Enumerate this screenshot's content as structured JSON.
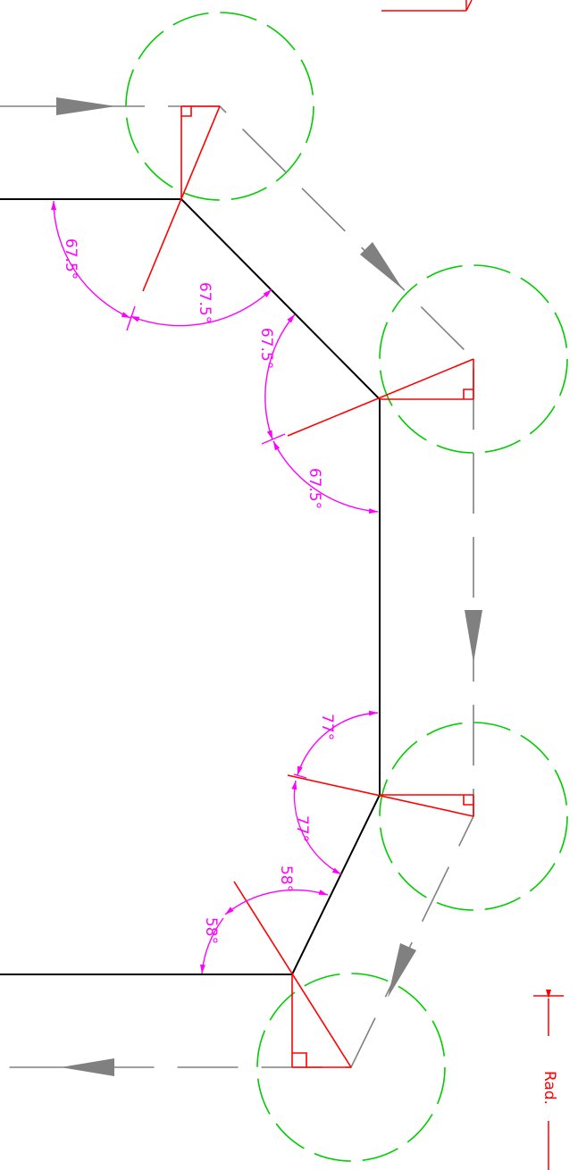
{
  "colors": {
    "profile": "#000000",
    "construction": "#ff0000",
    "tool_circle": "#00cc00",
    "path": "#808080",
    "dimension": "#ff00ff"
  },
  "angles": [
    "67.5°",
    "67.5°",
    "67.5°",
    "67.5°",
    "77°",
    "77°",
    "58°",
    "58°"
  ],
  "radius_label": "Rad."
}
